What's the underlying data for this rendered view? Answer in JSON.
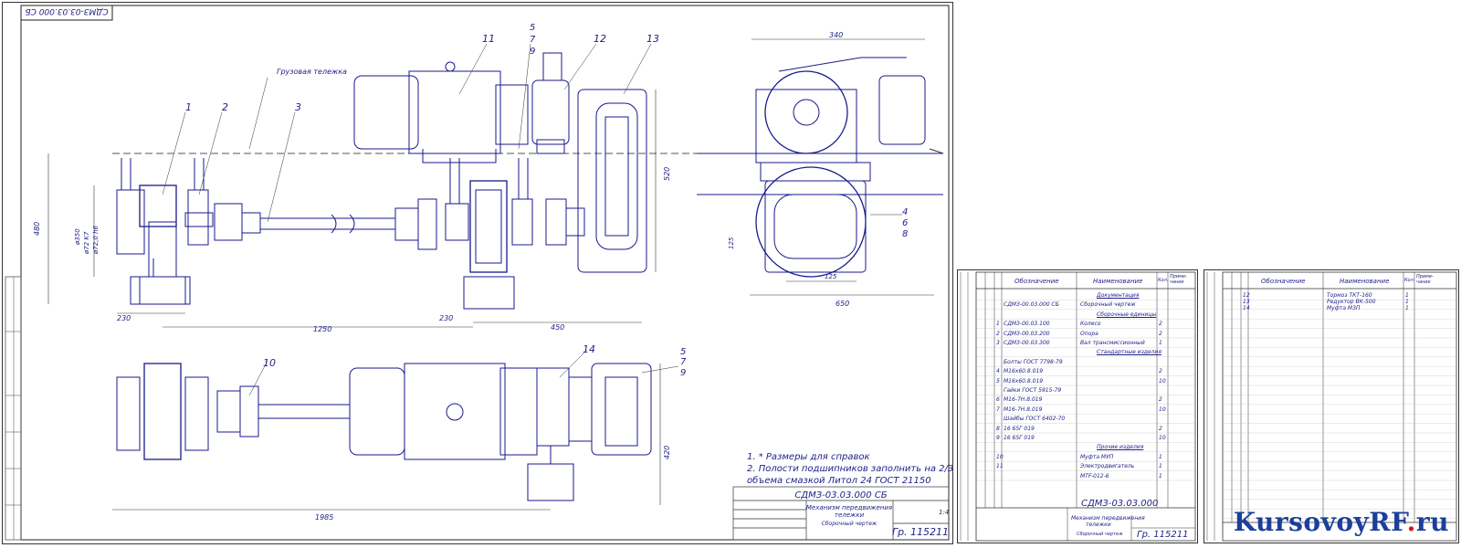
{
  "drawing": {
    "stamp_code": "СДМЗ-03.03.000 СБ",
    "corner_code": "СДМЗ-03.03.000 СБ",
    "cart_label": "Грузовая тележка",
    "dims": {
      "d480": "480",
      "d230a": "230",
      "d1250": "1250",
      "d230b": "230",
      "d450": "450",
      "d1985": "1985",
      "d420": "420",
      "d520": "520",
      "d340": "340",
      "d125a": "125",
      "d125b": "125",
      "d650": "650",
      "d350": "ø350",
      "dk7": "ø72 K7",
      "dh6": "ø72,0 h6"
    },
    "callouts": [
      "1",
      "2",
      "3",
      "11",
      "5",
      "7",
      "9",
      "12",
      "13",
      "4",
      "6",
      "8",
      "5",
      "7",
      "9",
      "10",
      "14"
    ],
    "notes": [
      "1. * Размеры для справок",
      "2. Полости подшипников заполнить на 2/3",
      "объема смазкой Литол 24 ГОСТ 21150"
    ],
    "title_block": {
      "code": "СДМЗ-03.03.000 СБ",
      "name_line1": "Механизм передвижения",
      "name_line2": "тележки",
      "subtitle": "Сборочный чертеж",
      "group": "Гр. 115211",
      "scale": "1:4"
    }
  },
  "spec1": {
    "headers": [
      "Обозначение",
      "Наименование",
      "Кол.",
      "Приме-чание"
    ],
    "rows": [
      {
        "pos": "",
        "des": "",
        "name": "Документация",
        "qty": "",
        "section": true
      },
      {
        "pos": "",
        "des": "СДМЗ-00.03.000 СБ",
        "name": "Сборочный чертеж",
        "qty": ""
      },
      {
        "pos": "",
        "des": "",
        "name": "Сборочные единицы",
        "qty": "",
        "section": true
      },
      {
        "pos": "1",
        "des": "СДМЗ-00.03.100",
        "name": "Колесо",
        "qty": "2"
      },
      {
        "pos": "2",
        "des": "СДМЗ-00.03.200",
        "name": "Опора",
        "qty": "2"
      },
      {
        "pos": "3",
        "des": "СДМЗ-00.03.300",
        "name": "Вал трансмиссионный",
        "qty": "1"
      },
      {
        "pos": "",
        "des": "",
        "name": "Стандартные изделия",
        "qty": "",
        "section": true
      },
      {
        "pos": "",
        "des": "Болты ГОСТ 7798-79",
        "name": "",
        "qty": ""
      },
      {
        "pos": "4",
        "des": "М16х60.8.019",
        "name": "",
        "qty": "2"
      },
      {
        "pos": "5",
        "des": "М16х60.8.019",
        "name": "",
        "qty": "10"
      },
      {
        "pos": "",
        "des": "Гайки ГОСТ 5915-79",
        "name": "",
        "qty": ""
      },
      {
        "pos": "6",
        "des": "М16-7Н.8.019",
        "name": "",
        "qty": "2"
      },
      {
        "pos": "7",
        "des": "М16-7Н.8.019",
        "name": "",
        "qty": "10"
      },
      {
        "pos": "",
        "des": "Шайбы ГОСТ 6402-70",
        "name": "",
        "qty": ""
      },
      {
        "pos": "8",
        "des": "16 65Г 019",
        "name": "",
        "qty": "2"
      },
      {
        "pos": "9",
        "des": "16 65Г 019",
        "name": "",
        "qty": "10"
      },
      {
        "pos": "",
        "des": "",
        "name": "Прочие изделия",
        "qty": "",
        "section": true
      },
      {
        "pos": "10",
        "des": "",
        "name": "Муфта МУП",
        "qty": "1"
      },
      {
        "pos": "11",
        "des": "",
        "name": "Электродвигатель",
        "qty": "1"
      },
      {
        "pos": "",
        "des": "",
        "name": "МТF-012-6",
        "qty": "1"
      }
    ],
    "stamp_code": "СДМЗ-03.03.000",
    "stamp_name_line1": "Механизм передвижения",
    "stamp_name_line2": "тележки",
    "stamp_sub": "Сборочный чертеж",
    "group": "Гр. 115211"
  },
  "spec2": {
    "headers": [
      "Обозначение",
      "Наименование",
      "Кол.",
      "Приме-чание"
    ],
    "rows": [
      {
        "pos": "12",
        "name": "Тормоз ТКТ-160",
        "qty": "1"
      },
      {
        "pos": "13",
        "name": "Редуктор ВК-500",
        "qty": "1"
      },
      {
        "pos": "14",
        "name": "Муфта МЗП",
        "qty": "1"
      }
    ]
  },
  "watermark": {
    "text": "KursovoyRF",
    "dot": ".",
    "tld": "ru"
  }
}
